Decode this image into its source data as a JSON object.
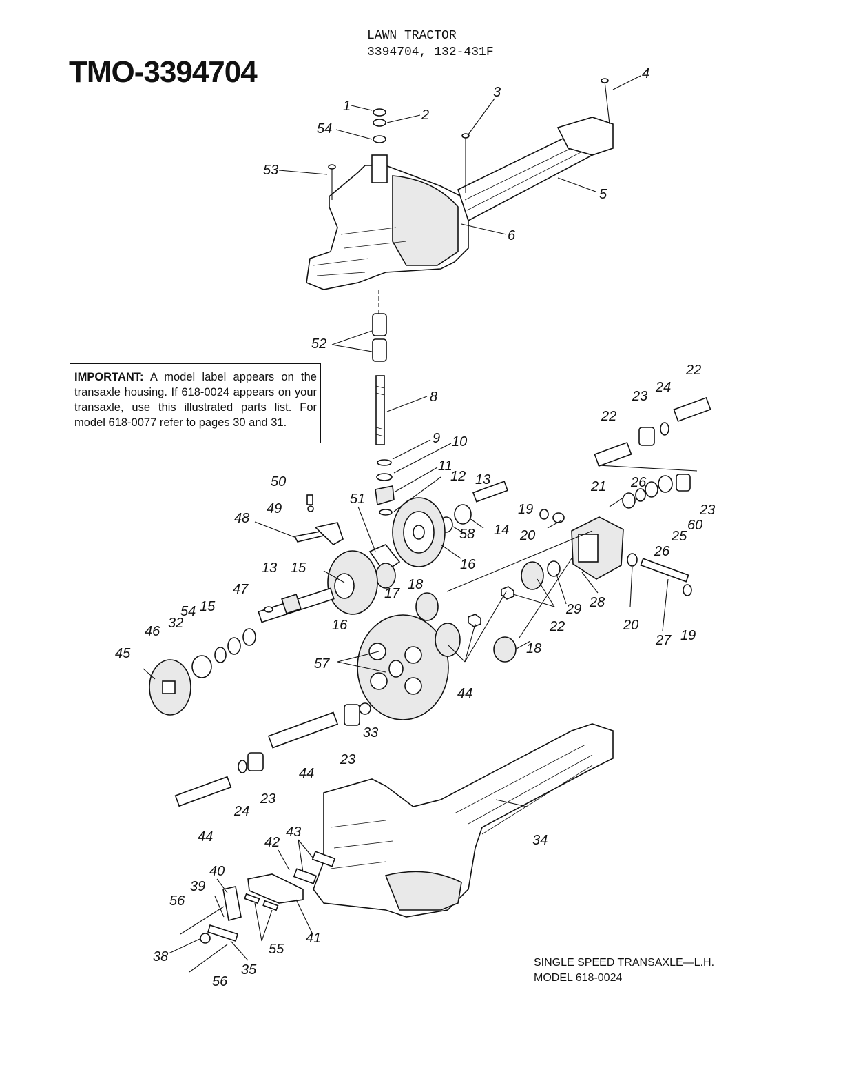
{
  "document_id": "TMO-3394704",
  "header": {
    "line1": "LAWN TRACTOR",
    "line2": "3394704, 132-431F"
  },
  "notice": {
    "label": "IMPORTANT:",
    "text": " A model label appears on the transaxle housing. If 618-0024 appears on your transaxle, use this illustrated parts list. For model 618-0077 refer to pages 30 and 31."
  },
  "caption": {
    "line1": "SINGLE SPEED TRANSAXLE—L.H.",
    "line2": "MODEL 618-0024"
  },
  "callouts": [
    {
      "id": "c1",
      "text": "1"
    },
    {
      "id": "c2",
      "text": "2"
    },
    {
      "id": "c54a",
      "text": "54"
    },
    {
      "id": "c3",
      "text": "3"
    },
    {
      "id": "c4",
      "text": "4"
    },
    {
      "id": "c53",
      "text": "53"
    },
    {
      "id": "c5",
      "text": "5"
    },
    {
      "id": "c6",
      "text": "6"
    },
    {
      "id": "c52",
      "text": "52"
    },
    {
      "id": "c8",
      "text": "8"
    },
    {
      "id": "c9",
      "text": "9"
    },
    {
      "id": "c10",
      "text": "10"
    },
    {
      "id": "c11",
      "text": "11"
    },
    {
      "id": "c12",
      "text": "12"
    },
    {
      "id": "c13a",
      "text": "13"
    },
    {
      "id": "c50",
      "text": "50"
    },
    {
      "id": "c49",
      "text": "49"
    },
    {
      "id": "c48",
      "text": "48"
    },
    {
      "id": "c51",
      "text": "51"
    },
    {
      "id": "c14",
      "text": "14"
    },
    {
      "id": "c58",
      "text": "58"
    },
    {
      "id": "c16a",
      "text": "16"
    },
    {
      "id": "c17",
      "text": "17"
    },
    {
      "id": "c18a",
      "text": "18"
    },
    {
      "id": "c13b",
      "text": "13"
    },
    {
      "id": "c15a",
      "text": "15"
    },
    {
      "id": "c16b",
      "text": "16"
    },
    {
      "id": "c47",
      "text": "47"
    },
    {
      "id": "c54b",
      "text": "54"
    },
    {
      "id": "c15b",
      "text": "15"
    },
    {
      "id": "c32",
      "text": "32"
    },
    {
      "id": "c46",
      "text": "46"
    },
    {
      "id": "c45",
      "text": "45"
    },
    {
      "id": "c57",
      "text": "57"
    },
    {
      "id": "c44a",
      "text": "44"
    },
    {
      "id": "c33",
      "text": "33"
    },
    {
      "id": "c23a",
      "text": "23"
    },
    {
      "id": "c22a",
      "text": "22"
    },
    {
      "id": "c23b",
      "text": "23"
    },
    {
      "id": "c24a",
      "text": "24"
    },
    {
      "id": "c22b",
      "text": "22"
    },
    {
      "id": "c21",
      "text": "21"
    },
    {
      "id": "c26a",
      "text": "26"
    },
    {
      "id": "c23c",
      "text": "23"
    },
    {
      "id": "c60",
      "text": "60"
    },
    {
      "id": "c25",
      "text": "25"
    },
    {
      "id": "c26b",
      "text": "26"
    },
    {
      "id": "c19a",
      "text": "19"
    },
    {
      "id": "c20a",
      "text": "20"
    },
    {
      "id": "c28",
      "text": "28"
    },
    {
      "id": "c29",
      "text": "29"
    },
    {
      "id": "c22c",
      "text": "22"
    },
    {
      "id": "c20b",
      "text": "20"
    },
    {
      "id": "c27",
      "text": "27"
    },
    {
      "id": "c19b",
      "text": "19"
    },
    {
      "id": "c18b",
      "text": "18"
    },
    {
      "id": "c44b",
      "text": "44"
    },
    {
      "id": "c23d",
      "text": "23"
    },
    {
      "id": "c24b",
      "text": "24"
    },
    {
      "id": "c44c",
      "text": "44"
    },
    {
      "id": "c34",
      "text": "34"
    },
    {
      "id": "c42",
      "text": "42"
    },
    {
      "id": "c43",
      "text": "43"
    },
    {
      "id": "c40",
      "text": "40"
    },
    {
      "id": "c39",
      "text": "39"
    },
    {
      "id": "c56a",
      "text": "56"
    },
    {
      "id": "c55",
      "text": "55"
    },
    {
      "id": "c41",
      "text": "41"
    },
    {
      "id": "c38",
      "text": "38"
    },
    {
      "id": "c35",
      "text": "35"
    },
    {
      "id": "c56b",
      "text": "56"
    }
  ]
}
